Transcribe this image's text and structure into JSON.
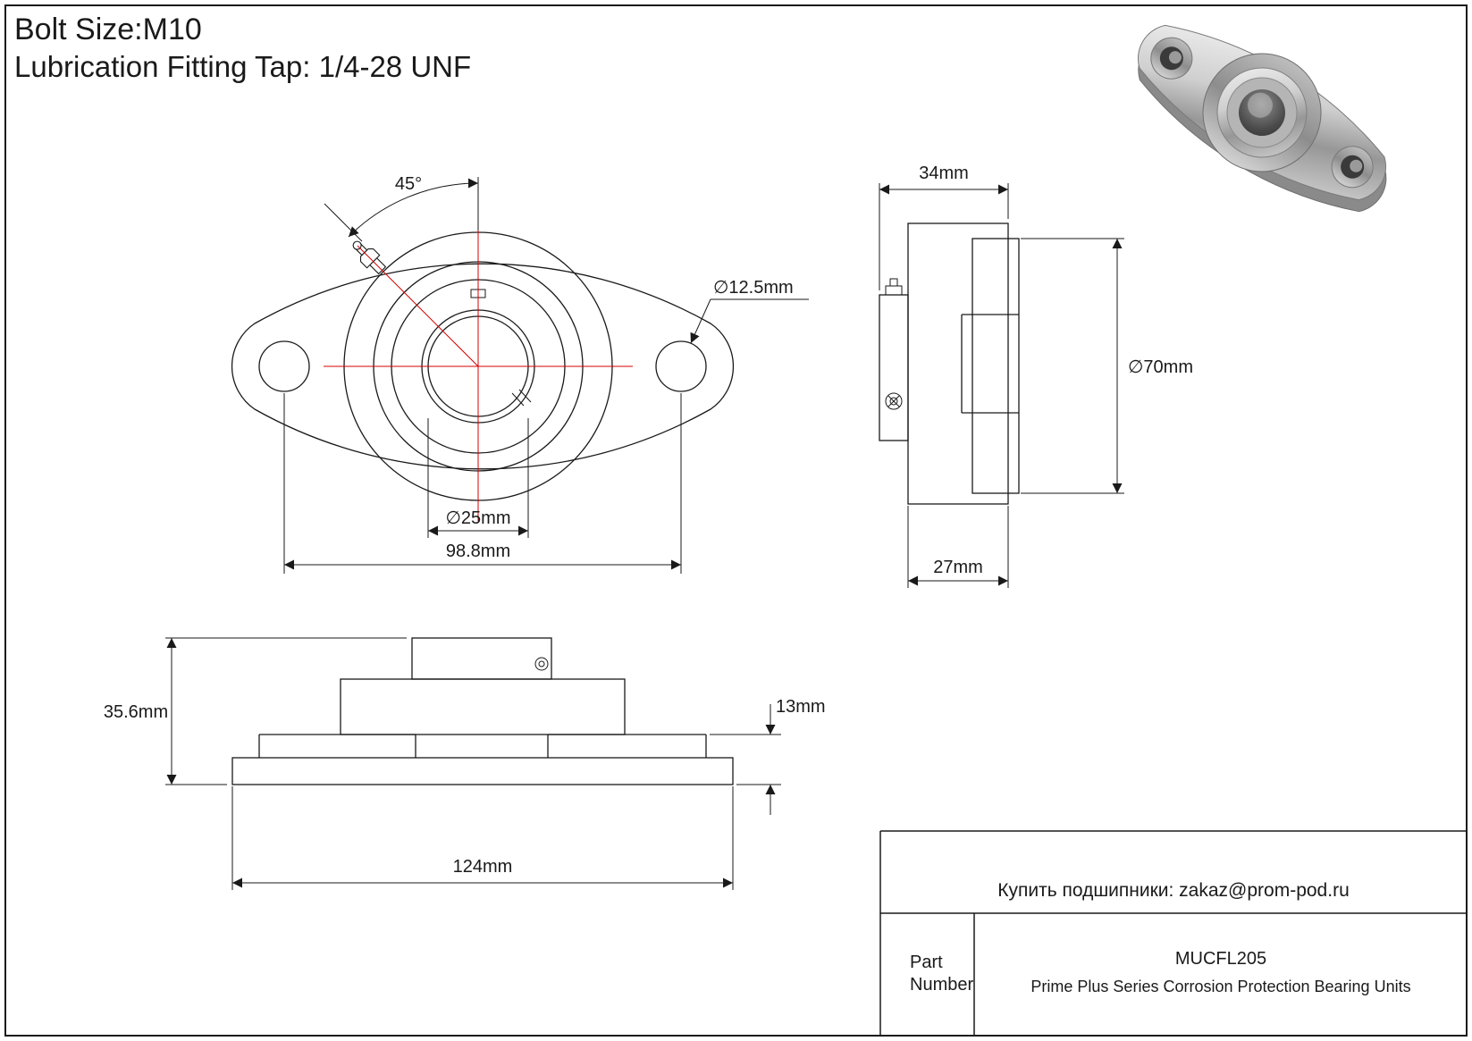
{
  "header": {
    "bolt_size": "Bolt Size:M10",
    "lube_tap": "Lubrication Fitting Tap: 1/4-28 UNF"
  },
  "front_view": {
    "angle": "45°",
    "bolt_hole_diameter": "∅12.5mm",
    "bore_diameter": "∅25mm",
    "bolt_center_distance": "98.8mm"
  },
  "side_view": {
    "total_width": "34mm",
    "housing_diameter": "∅70mm",
    "base_depth": "27mm"
  },
  "bottom_view": {
    "height": "35.6mm",
    "flange_thickness": "13mm",
    "overall_length": "124mm"
  },
  "title_block": {
    "contact": "Купить подшипники: zakaz@prom-pod.ru",
    "part_label_line1": "Part",
    "part_label_line2": "Number",
    "part_number": "MUCFL205",
    "description": "Prime Plus Series Corrosion Protection Bearing Units"
  },
  "colors": {
    "line": "#1a1a1a",
    "centerline": "#d40000"
  }
}
